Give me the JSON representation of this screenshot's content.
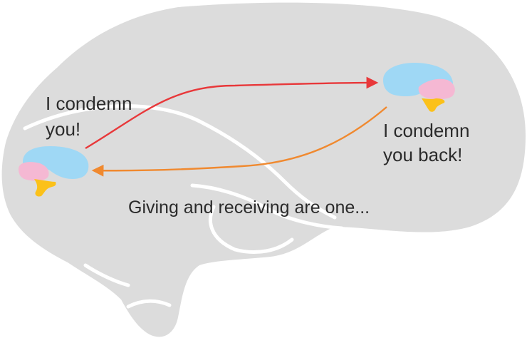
{
  "left_label": {
    "line1": "I condemn",
    "line2": "you!"
  },
  "right_label": {
    "line1": "I condemn",
    "line2": "you back!"
  },
  "caption": "Giving and receiving are one...",
  "colors": {
    "background_brain": "#dcdcdc",
    "fold_lines": "#ffffff",
    "cerebrum": "#9fd8f5",
    "temporal_lobe": "#f5b8d3",
    "brainstem": "#fbc11a",
    "arrow_forward": "#e8383a",
    "arrow_back": "#f0892f",
    "text": "#2b2b2b"
  }
}
